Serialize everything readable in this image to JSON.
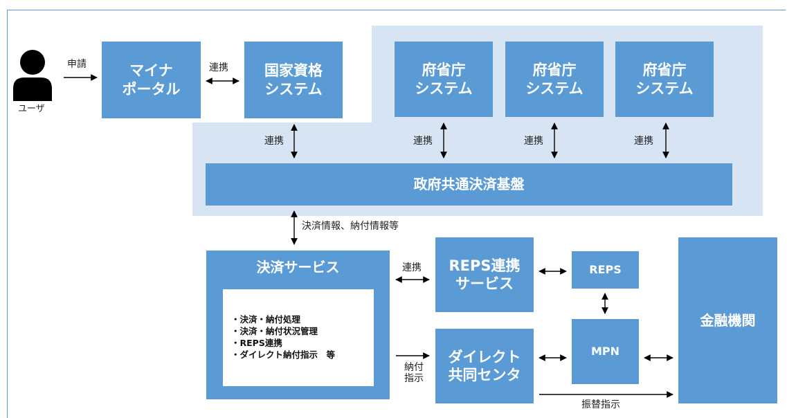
{
  "nodes": {
    "user": "ユーザ",
    "myna_portal": "マイナ\nポータル",
    "kokka_shikaku": "国家資格\nシステム",
    "fushocho_1": "府省庁\nシステム",
    "fushocho_2": "府省庁\nシステム",
    "fushocho_3": "府省庁\nシステム",
    "kessai_kiban": "政府共通決済基盤",
    "kessai_service": "決済サービス",
    "reps_renkei": "REPS連携\nサービス",
    "reps": "REPS",
    "direct_center": "ダイレクト\n共同センタ",
    "mpn": "MPN",
    "kinyu_kikan": "金融機関"
  },
  "kessai_service_items": [
    "・決済・納付処理",
    "・決済・納付状況管理",
    "・REPS連携",
    "・ダイレクト納付指示　等"
  ],
  "edge_labels": {
    "shinsei": "申請",
    "renkei_portal": "連携",
    "renkei_kokka": "連携",
    "renkei_f1": "連携",
    "renkei_f2": "連携",
    "renkei_f3": "連携",
    "kessai_joho": "決済情報、納付情報等",
    "renkei_reps": "連携",
    "nofu_shiji": "納付\n指示",
    "furikae_shiji": "振替指示"
  },
  "colors": {
    "box": "#5b9bd5",
    "panel": "#d6e4f4",
    "arrow": "#000000"
  }
}
